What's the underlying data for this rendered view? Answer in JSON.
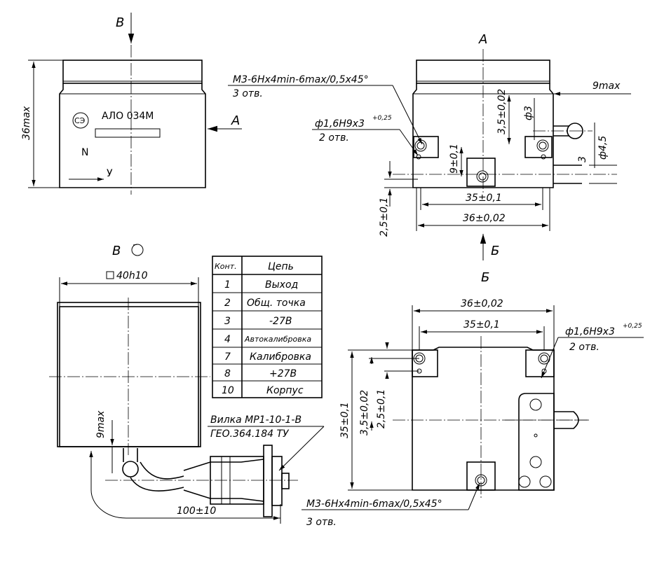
{
  "views": {
    "front": {
      "view_arrow_label": "В",
      "side_arrow_label": "А",
      "height_dim": "36max",
      "marking_logo": "СЭ",
      "marking_text": "АЛО 034М",
      "axis_n_label": "N",
      "axis_y_label": "У"
    },
    "view_a": {
      "title": "А",
      "thread_note": "М3-6Hx4min-6max/0,5x45°",
      "thread_count": "3 отв.",
      "pin_hole_note": "ф1,6H9x3",
      "pin_hole_tol": "+0,25",
      "pin_hole_count": "2 отв.",
      "dim_9max": "9max",
      "dim_3_5": "3,5±0,02",
      "dim_phi3": "ф3",
      "dim_phi4_5": "ф4,5",
      "dim_3": "3",
      "dim_9": "9±0,1",
      "dim_35": "35±0,1",
      "dim_36": "36±0,02",
      "dim_2_5": "2,5±0,1",
      "section_arrow_label": "Б"
    },
    "view_v": {
      "title": "В",
      "square_dim": "40h10",
      "dim_9max": "9max",
      "dim_100": "100±10",
      "plug_line1": "Вилка МР1-10-1-В",
      "plug_line2": "ГЕО.364.184 ТУ"
    },
    "view_b": {
      "title": "Б",
      "dim_36": "36±0,02",
      "dim_35": "35±0,1",
      "pin_hole_note": "ф1,6H9x3",
      "pin_hole_tol": "+0,25",
      "pin_hole_count": "2 отв.",
      "dim_35_v": "35±0,1",
      "dim_3_5_v": "3,5±0,02",
      "dim_2_5_v": "2,5±0,1",
      "thread_note": "М3-6Hx4min-6max/0,5x45°",
      "thread_count": "3 отв."
    }
  },
  "pin_table": {
    "headers": [
      "Конт.",
      "Цепь"
    ],
    "rows": [
      [
        "1",
        "Выход"
      ],
      [
        "2",
        "Общ. точка"
      ],
      [
        "3",
        "-27В"
      ],
      [
        "4",
        "Автокалибровка"
      ],
      [
        "7",
        "Калибровка"
      ],
      [
        "8",
        "+27В"
      ],
      [
        "10",
        "Корпус"
      ]
    ]
  }
}
